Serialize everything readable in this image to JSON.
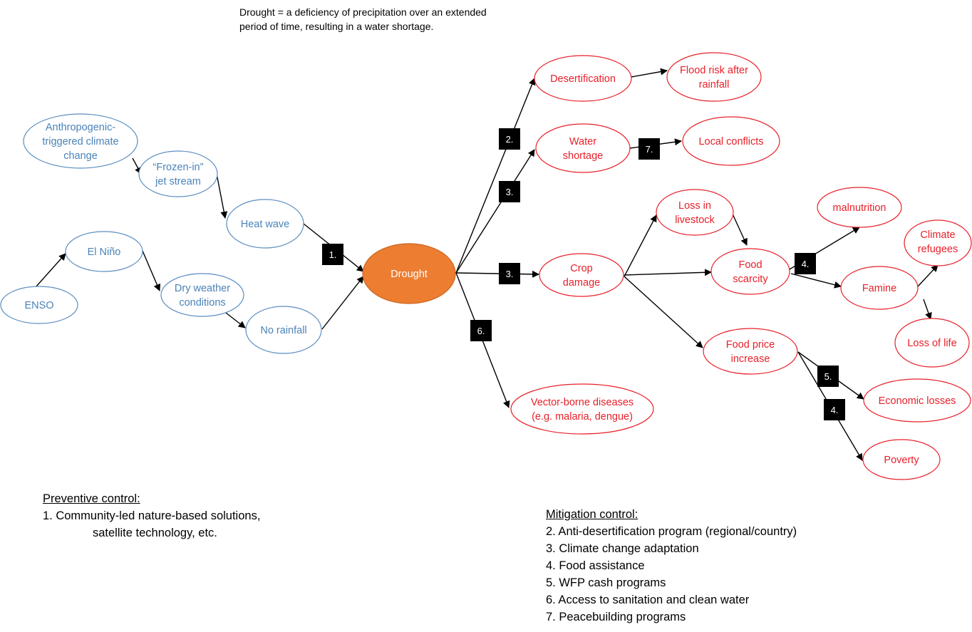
{
  "definition": {
    "line1": "Drought = a deficiency of precipitation over an extended",
    "line2": "period of time, resulting in a water shortage."
  },
  "nodes": {
    "anthropogenic": [
      "Anthropogenic-",
      "triggered climate",
      "change"
    ],
    "frozen_jet": [
      "“Frozen-in”",
      "jet stream"
    ],
    "heat_wave": [
      "Heat wave"
    ],
    "el_nino": [
      "El Niño"
    ],
    "enso": [
      "ENSO"
    ],
    "dry_weather": [
      "Dry weather",
      "conditions"
    ],
    "no_rainfall": [
      "No rainfall"
    ],
    "drought": [
      "Drought"
    ],
    "desertification": [
      "Desertification"
    ],
    "flood_risk": [
      "Flood risk after",
      "rainfall"
    ],
    "water_shortage": [
      "Water",
      "shortage"
    ],
    "local_conflicts": [
      "Local conflicts"
    ],
    "loss_livestock": [
      "Loss in",
      "livestock"
    ],
    "crop_damage": [
      "Crop",
      "damage"
    ],
    "food_scarcity": [
      "Food",
      "scarcity"
    ],
    "malnutrition": [
      "malnutrition"
    ],
    "climate_refugees": [
      "Climate",
      "refugees"
    ],
    "famine": [
      "Famine"
    ],
    "loss_of_life": [
      "Loss of life"
    ],
    "food_price": [
      "Food price",
      "increase"
    ],
    "economic_losses": [
      "Economic losses"
    ],
    "poverty": [
      "Poverty"
    ],
    "vector_diseases": [
      "Vector-borne diseases",
      "(e.g. malaria, dengue)"
    ]
  },
  "badges": {
    "b_heat_drought": "1.",
    "b_desert": "2.",
    "b_water": "3.",
    "b_conflict": "7.",
    "b_crop": "3.",
    "b_vector": "6.",
    "b_food": "4.",
    "b_econ": "5.",
    "b_poverty": "4."
  },
  "preventive": {
    "heading": "Preventive control:",
    "item1_line1": "1. Community-led nature-based solutions,",
    "item1_line2": "satellite technology, etc."
  },
  "mitigation": {
    "heading": "Mitigation control:",
    "items": [
      "2. Anti-desertification program (regional/country)",
      "3. Climate change adaptation",
      "4. Food assistance",
      "5. WFP cash programs",
      "6. Access to sanitation and clean water",
      "7. Peacebuilding programs"
    ]
  },
  "colors": {
    "cause_node": "#4a83b8",
    "effect_node": "#e8202a",
    "drought_fill": "#ed7d31",
    "badge_fill": "#000000"
  }
}
